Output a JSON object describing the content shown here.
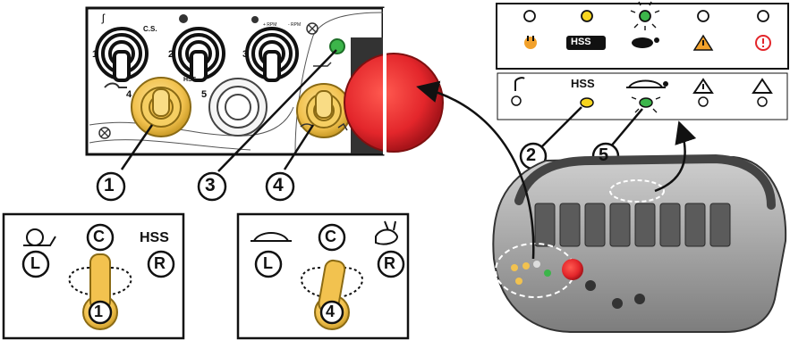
{
  "top_panel": {
    "switch_numbers": [
      "1",
      "2",
      "3",
      "4",
      "5"
    ],
    "cs_label": "C.S.",
    "hss_label": "HSS",
    "rpm_plus_label": "+ RPM",
    "rpm_minus_label": "- RPM",
    "colors": {
      "yellow_knob": "#f2c24f",
      "red_stop": "#e3262b",
      "green_led": "#3cb54a",
      "white_knob": "#ffffff"
    }
  },
  "callouts": [
    "1",
    "3",
    "4",
    "2",
    "5"
  ],
  "indicator_panel_top": {
    "leds": [
      "off",
      "yellow",
      "green-blinking",
      "off",
      "off"
    ],
    "icons": [
      "power-plug-icon",
      "hss-badge",
      "turtle-hare-icon",
      "warning-triangle-icon",
      "error-circle-icon"
    ],
    "hss_badge_text": "HSS"
  },
  "indicator_panel_bottom": {
    "hss_label": "HSS"
  },
  "detail_left": {
    "center_label": "C",
    "left_label": "L",
    "right_label": "R",
    "mode_label": "HSS",
    "knob_number": "1"
  },
  "detail_right": {
    "center_label": "C",
    "left_label": "L",
    "right_label": "R",
    "knob_number": "4"
  }
}
